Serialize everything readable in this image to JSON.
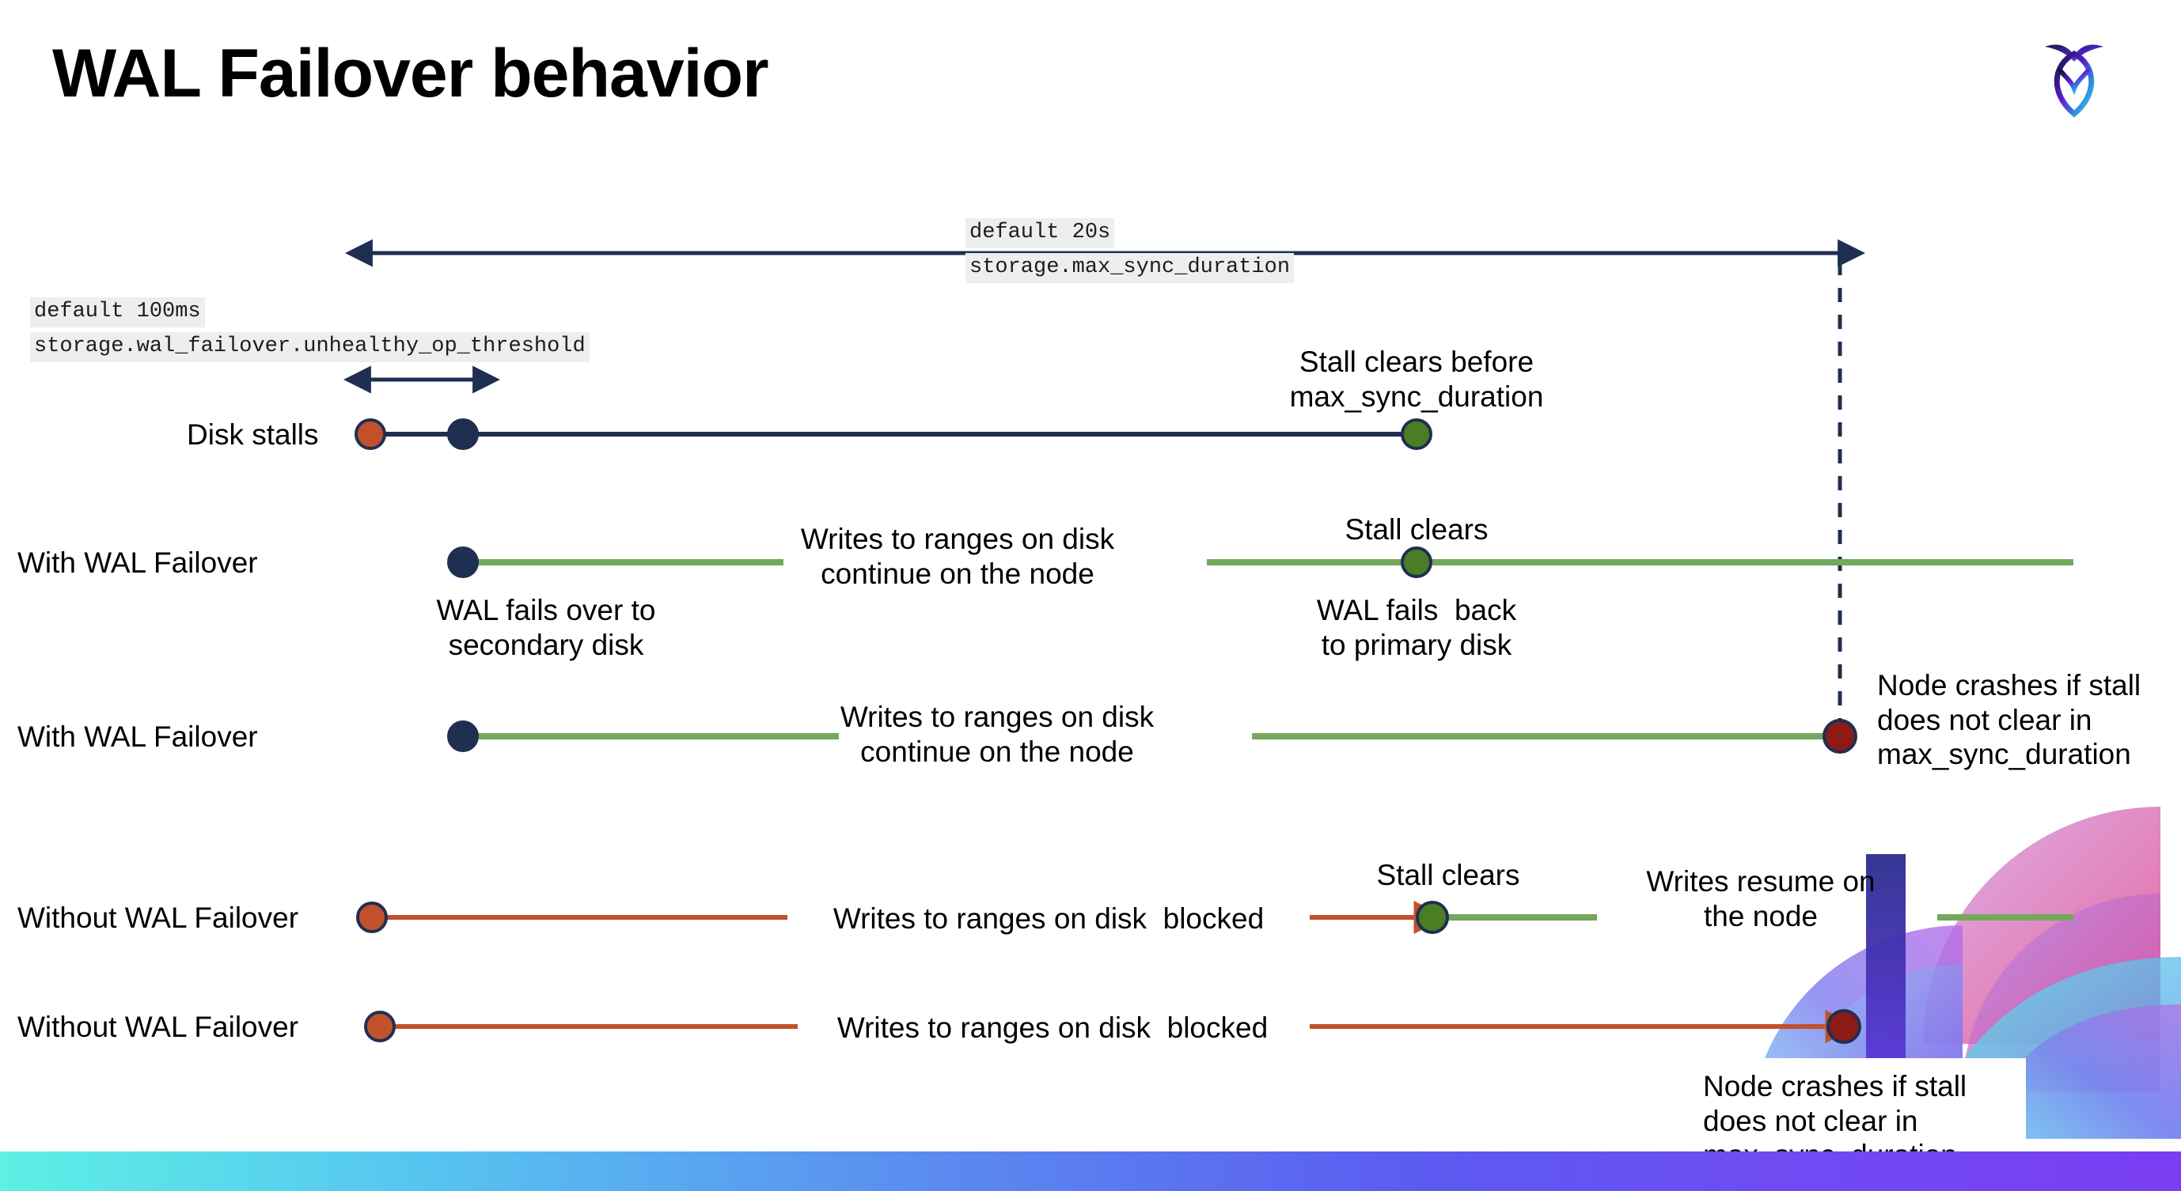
{
  "slide": {
    "title": "WAL Failover behavior",
    "logo_name": "cockroachdb-logo"
  },
  "settings": [
    {
      "id": "max-sync-duration",
      "default_line": "default 20s",
      "setting_line": "storage.max_sync_duration"
    },
    {
      "id": "unhealthy-op-threshold",
      "default_line": "default 100ms",
      "setting_line": "storage.wal_failover.unhealthy_op_threshold"
    }
  ],
  "rows": [
    {
      "id": "disk-stalls",
      "name": "Disk stalls",
      "annotations": [
        "Stall clears before\nmax_sync_duration"
      ]
    },
    {
      "id": "with-wal-failover-clears",
      "name": "With WAL Failover",
      "annotations": [
        "Writes to ranges on disk\ncontinue on the node",
        "Stall clears",
        "WAL fails over to\nsecondary disk",
        "WAL fails  back\nto primary disk"
      ]
    },
    {
      "id": "with-wal-failover-crash",
      "name": "With WAL Failover",
      "annotations": [
        "Writes to ranges on disk\ncontinue on the node",
        "Node crashes if stall\ndoes not clear in\nmax_sync_duration"
      ]
    },
    {
      "id": "without-wal-failover-clears",
      "name": "Without WAL Failover",
      "annotations": [
        "Writes to ranges on disk  blocked",
        "Stall clears",
        "Writes resume on\nthe node"
      ]
    },
    {
      "id": "without-wal-failover-crash",
      "name": "Without WAL Failover",
      "annotations": [
        "Writes to ranges on disk  blocked",
        "Node crashes if stall\ndoes not clear in\nmax_sync_duration"
      ]
    }
  ],
  "labels": {
    "disk_stalls": "Disk stalls",
    "with_wal_failover_1": "With WAL Failover",
    "with_wal_failover_2": "With WAL Failover",
    "without_wal_failover_1": "Without WAL Failover",
    "without_wal_failover_2": "Without WAL Failover",
    "stall_clears_before_max": "Stall clears before\nmax_sync_duration",
    "writes_continue_1": "Writes to ranges on disk\ncontinue on the node",
    "writes_continue_2": "Writes to ranges on disk\ncontinue on the node",
    "stall_clears_1": "Stall clears",
    "stall_clears_2": "Stall clears",
    "wal_fails_over": "WAL fails over to\nsecondary disk",
    "wal_fails_back": "WAL fails  back\nto primary disk",
    "node_crashes_1": "Node crashes if stall\ndoes not clear in\nmax_sync_duration",
    "node_crashes_2": "Node crashes if stall\ndoes not clear in\nmax_sync_duration",
    "writes_blocked_1": "Writes to ranges on disk  blocked",
    "writes_blocked_2": "Writes to ranges on disk  blocked",
    "writes_resume": "Writes resume on\nthe node"
  },
  "colors": {
    "navy": "#1f2f52",
    "green_line": "#74a85c",
    "green_dot": "#4b7e24",
    "red_orange": "#c1512d",
    "dark_red": "#8d1a14",
    "code_bg": "#eeeeee",
    "title": "#000000",
    "bottom_gradient_start": "#5ef0e4",
    "bottom_gradient_end": "#7a3df2"
  }
}
